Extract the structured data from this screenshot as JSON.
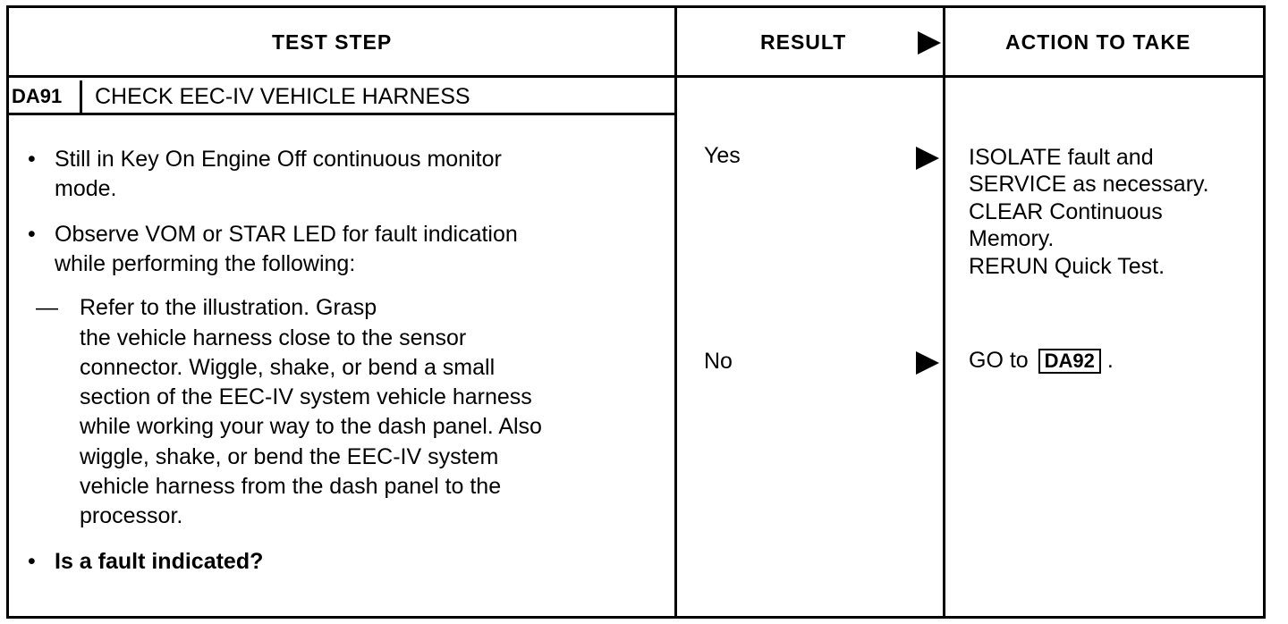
{
  "header": {
    "test_step": "TEST STEP",
    "result": "RESULT",
    "action": "ACTION TO TAKE"
  },
  "step": {
    "code": "DA91",
    "title": "CHECK EEC-IV VEHICLE HARNESS"
  },
  "instructions": {
    "bullet1_line1": "Still in Key On Engine Off continuous monitor",
    "bullet1_line2": "mode.",
    "bullet2_line1": "Observe VOM or STAR LED for fault indication",
    "bullet2_line2": "while performing the following:",
    "sub_lines": [
      "Refer to the illustration. Grasp",
      "the vehicle harness close to the sensor",
      "connector. Wiggle, shake, or bend a small",
      "section of the EEC-IV system vehicle harness",
      "while working your way to the dash panel. Also",
      "wiggle, shake, or bend the EEC-IV system",
      "vehicle harness from the dash panel to the",
      "processor."
    ],
    "question": "Is a fault indicated?"
  },
  "results": {
    "yes": "Yes",
    "no": "No"
  },
  "actions": {
    "yes_lines": [
      "ISOLATE fault and",
      "SERVICE as necessary.",
      "CLEAR Continuous",
      "Memory.",
      "RERUN Quick Test."
    ],
    "no_prefix": "GO to",
    "no_ref": "DA92",
    "no_suffix": "."
  },
  "symbols": {
    "bullet": "•",
    "dash": "—",
    "arrow_icon": "right-triangle-arrow"
  }
}
